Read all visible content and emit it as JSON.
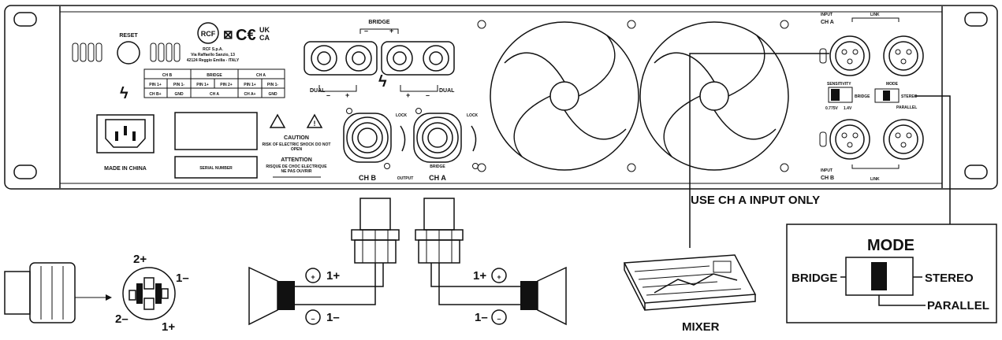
{
  "panel": {
    "reset_label": "RESET",
    "brand_logo": "RCF",
    "cert_marks": "☒ C€ UK CA",
    "ukca": "UK",
    "ukca2": "CA",
    "address_line1": "RCF S.p.A.",
    "address_line2": "Via Raffaello Sanzio, 13",
    "address_line3": "42124 Reggio Emilia - ITALY",
    "made_in": "MADE IN CHINA",
    "serial_label": "SERIAL NUMBER",
    "caution_title": "CAUTION",
    "caution_line1": "RISK OF ELECTRIC SHOCK DO NOT",
    "caution_line2": "OPEN",
    "attention_title": "ATTENTION",
    "attention_line1": "RISQUE DE CHOC ELECTRIQUE",
    "attention_line2": "NE PAS OUVRIR"
  },
  "pin_table": {
    "headers": [
      "CH B",
      "BRIDGE",
      "CH A"
    ],
    "row1": [
      "PIN 1+",
      "PIN 1-",
      "PIN 1+",
      "PIN 2+",
      "PIN 1+",
      "PIN 1-"
    ],
    "row2": [
      "CH B+",
      "GND",
      "CH A",
      "CH A+",
      "GND"
    ]
  },
  "binding_posts": {
    "bridge_label": "BRIDGE",
    "dual_left": "DUAL",
    "dual_right": "DUAL"
  },
  "speakon": {
    "lock_left": "LOCK",
    "lock_right": "LOCK",
    "ch_b": "CH B",
    "output": "OUTPUT",
    "bridge": "BRIDGE",
    "ch_a": "CH A"
  },
  "inputs": {
    "input_a_1": "INPUT",
    "input_a_2": "CH A",
    "link_top": "LINK",
    "sensitivity": "SENSITIVITY",
    "mode": "MODE",
    "bridge_small": "BRIDGE",
    "stereo_small": "STEREO",
    "parallel_small": "PARALLEL",
    "sens_low": "0.775V",
    "sens_high": "1.4V",
    "input_b_1": "INPUT",
    "input_b_2": "CH B",
    "link_bottom": "LINK"
  },
  "instructions": {
    "use_cha": "USE CH A INPUT ONLY",
    "mixer": "MIXER"
  },
  "mode_callout": {
    "title": "MODE",
    "bridge": "BRIDGE",
    "stereo": "STEREO",
    "parallel": "PARALLEL"
  },
  "speakon_pinout": {
    "p2plus": "2+",
    "p1minus": "1–",
    "p2minus": "2–",
    "p1plus": "1+"
  },
  "speakers": {
    "left_plus": "1+",
    "left_minus": "1–",
    "right_plus": "1+",
    "right_minus": "1–"
  }
}
